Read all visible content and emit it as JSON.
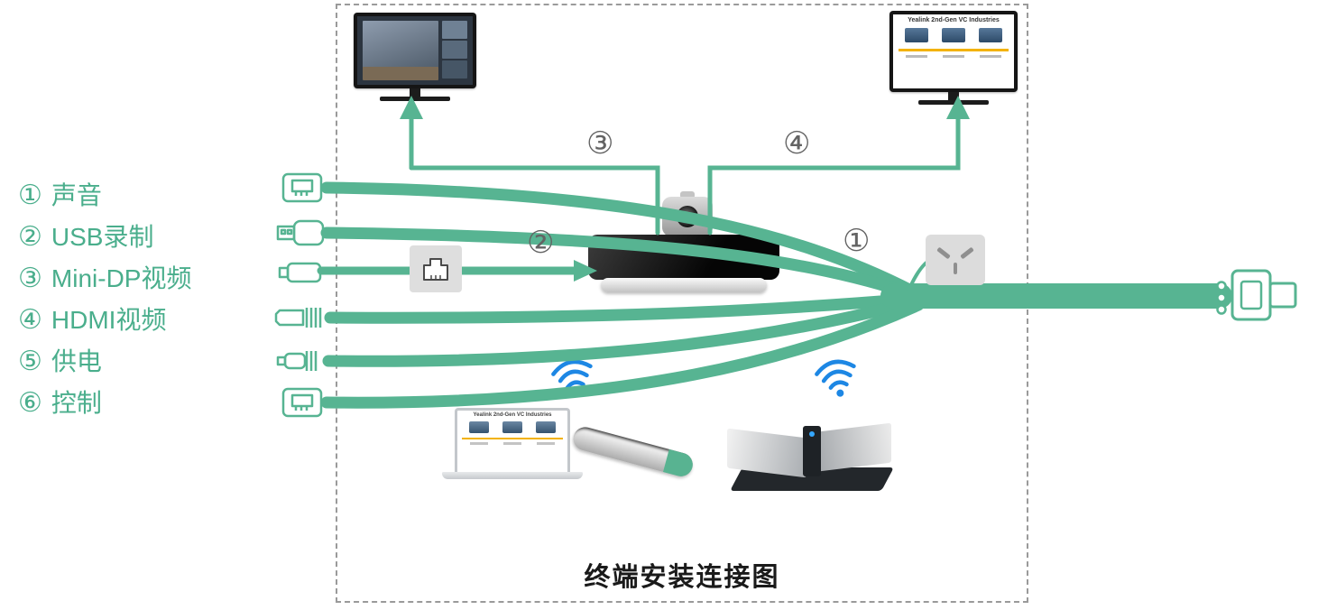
{
  "title": "终端安装连接图",
  "legend": [
    {
      "num": "①",
      "label": "声音"
    },
    {
      "num": "②",
      "label": "USB录制"
    },
    {
      "num": "③",
      "label": "Mini-DP视频"
    },
    {
      "num": "④",
      "label": "HDMI视频"
    },
    {
      "num": "⑤",
      "label": "供电"
    },
    {
      "num": "⑥",
      "label": "控制"
    }
  ],
  "callouts": {
    "c1": "①",
    "c2": "②",
    "c3": "③",
    "c4": "④"
  },
  "screens": {
    "tv2_title": "Yealink 2nd-Gen VC Industries",
    "laptop_title": "Yealink 2nd-Gen VC Industries"
  },
  "colors": {
    "cable_green": "#57b492",
    "legend_green": "#4aae8c",
    "wifi_blue": "#1d87e4",
    "callout_gray": "#636363",
    "title_black": "#1a1a1a"
  }
}
